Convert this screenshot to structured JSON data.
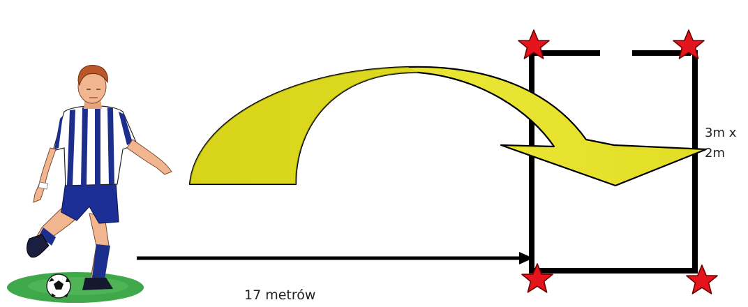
{
  "diagram": {
    "distance_label": "17 metrów",
    "target_size_label_line1": "3m x",
    "target_size_label_line2": "2m"
  },
  "icons": {
    "player": "soccer-player-kicking-icon",
    "ball": "soccer-ball-icon",
    "marker": "red-star-icon",
    "arrow": "curved-arrow-icon"
  },
  "colors": {
    "arrow_fill": "#dcd81c",
    "arrow_fill_light": "#ece838",
    "star_fill": "#e3141c",
    "line": "#000000",
    "grass": "#3fa84a",
    "jersey_stripe": "#1d2f8c",
    "shorts": "#1c2f96",
    "skin": "#f1b58f",
    "hair": "#b9572a"
  }
}
